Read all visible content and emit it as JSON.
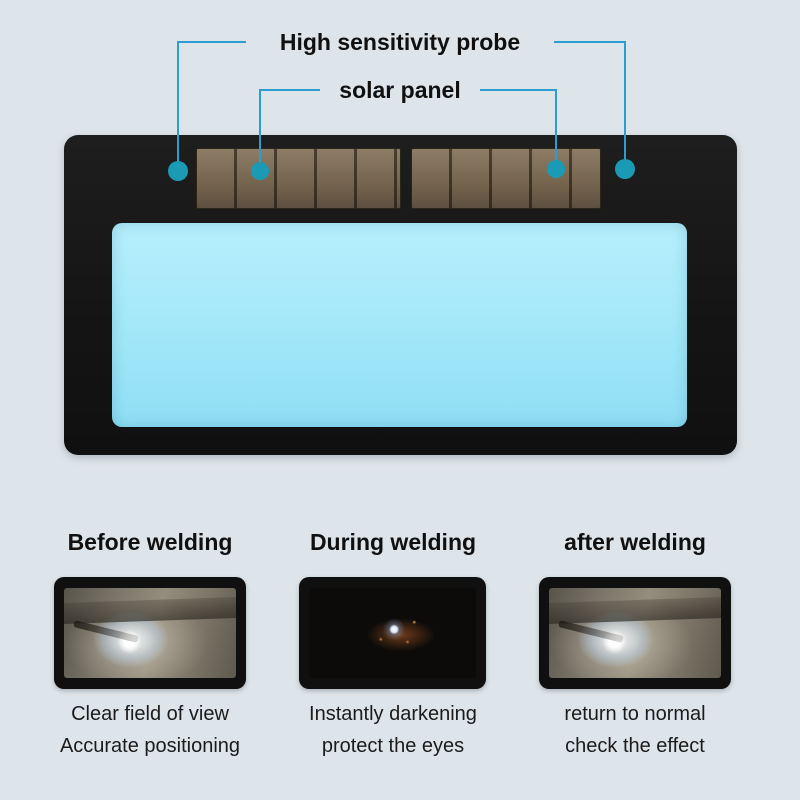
{
  "page": {
    "background": "#dee5ea"
  },
  "colors": {
    "connector_line": "#2d9dd1",
    "probe_dot": "#1a9ab5",
    "device_body": "#161616",
    "lens_window": "#a6e9fa",
    "solar_panel": "#7b6b57"
  },
  "annotations": {
    "probe_label": "High sensitivity probe",
    "solar_label": "solar panel"
  },
  "stages": [
    {
      "title": "Before welding",
      "captions": [
        "Clear field of view",
        "Accurate positioning"
      ]
    },
    {
      "title": "During welding",
      "captions": [
        "Instantly darkening",
        "protect the eyes"
      ]
    },
    {
      "title": "after welding",
      "captions": [
        "return to normal",
        "check the effect"
      ]
    }
  ]
}
